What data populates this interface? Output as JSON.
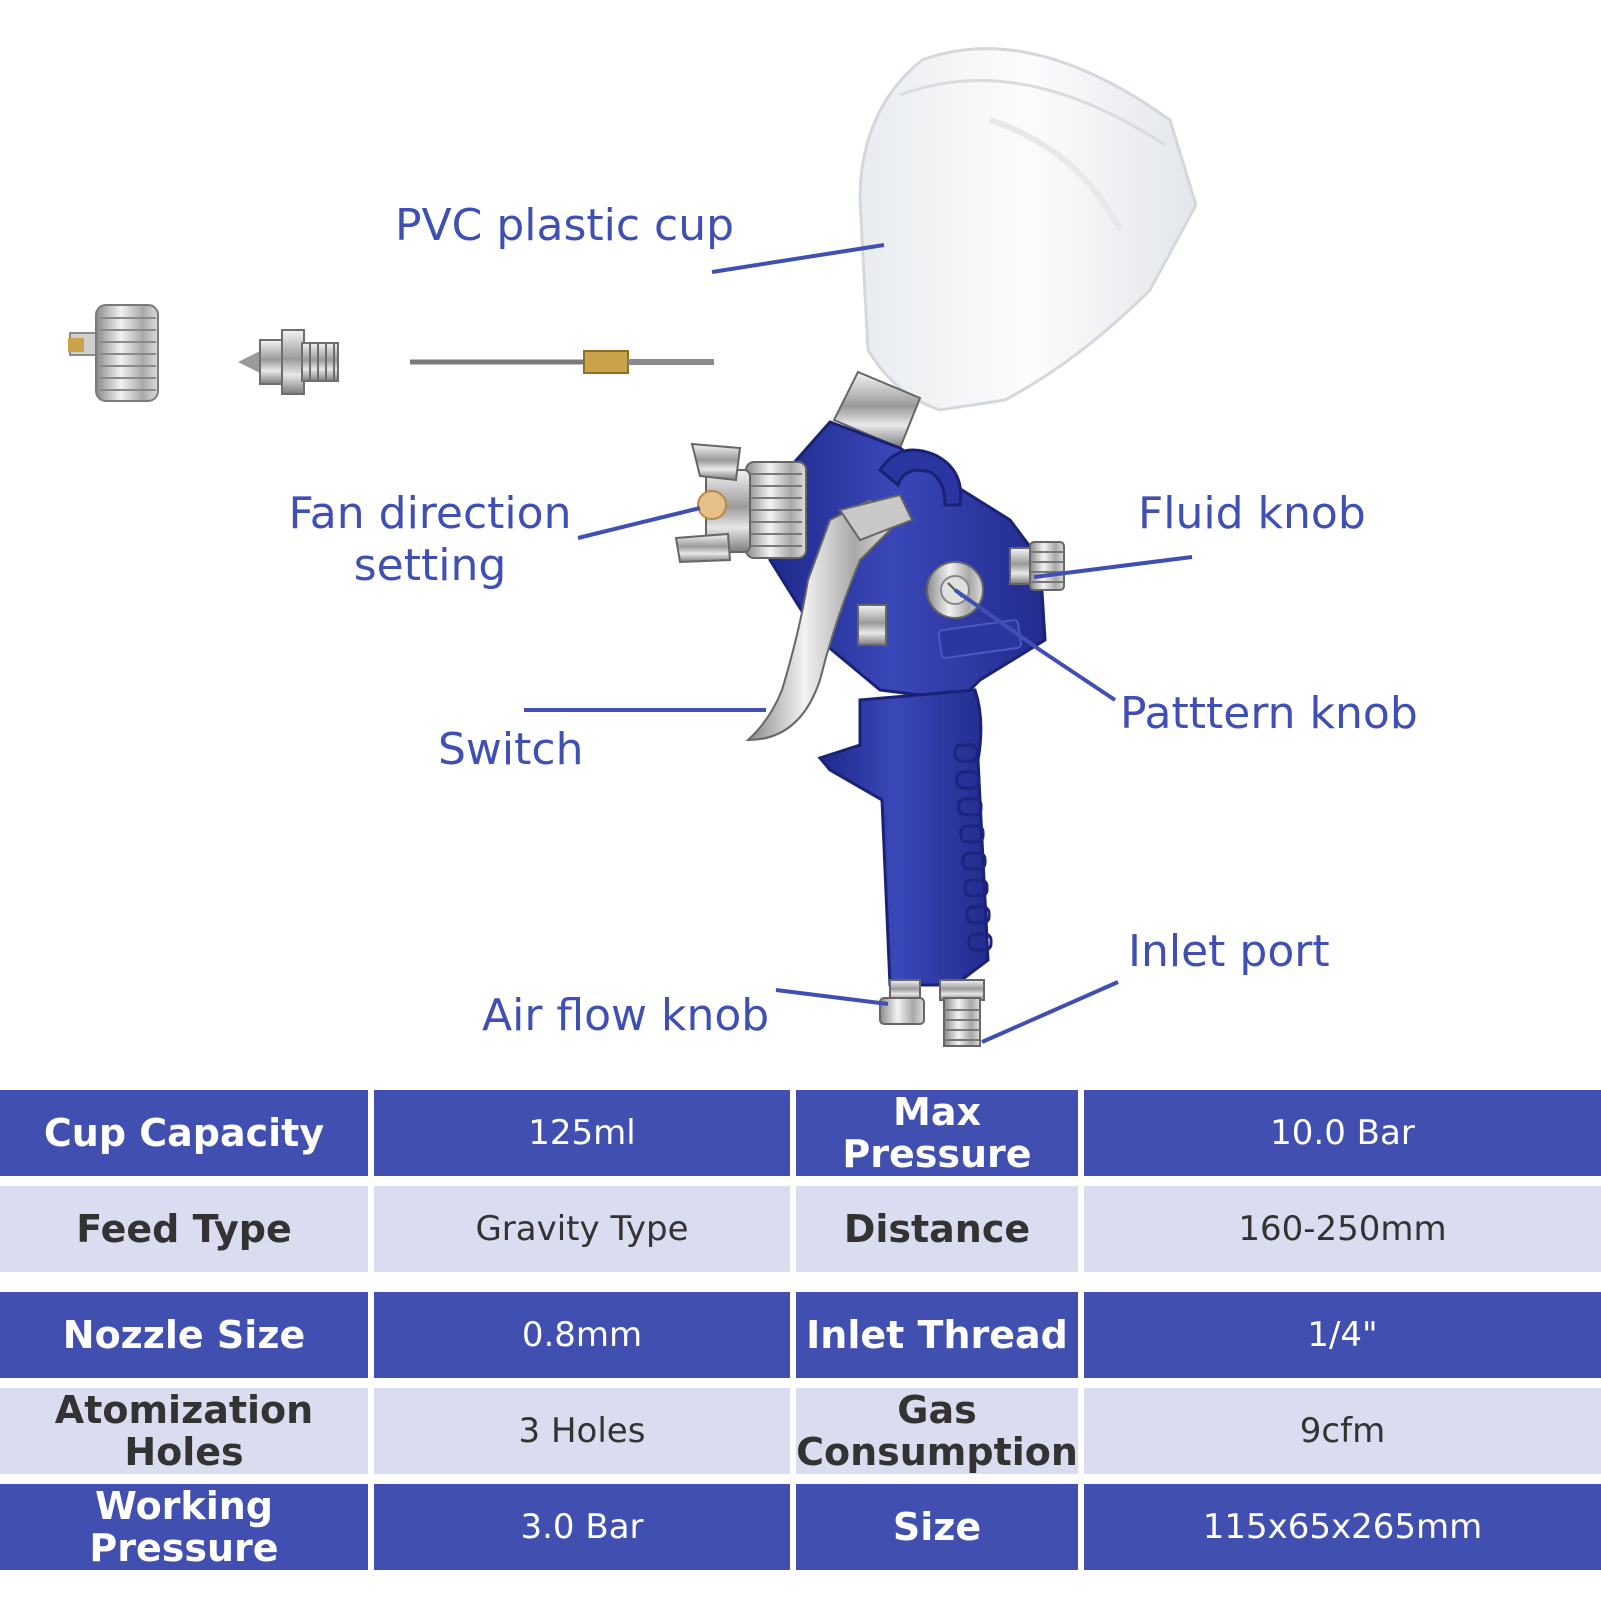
{
  "colors": {
    "accent": "#4150b0",
    "label_text": "#3f4fb4",
    "light_row": "#dadcef",
    "gun_body": "#2f3aa0"
  },
  "callouts": {
    "cup": "PVC plastic cup",
    "fan_line1": "Fan direction",
    "fan_line2": "setting",
    "fluid": "Fluid knob",
    "pattern": "Patttern knob",
    "switch": "Switch",
    "inlet": "Inlet port",
    "airflow": "Air flow knob"
  },
  "specs": [
    {
      "label1": "Cup Capacity",
      "value1": "125ml",
      "label2": "Max Pressure",
      "value2": "10.0 Bar"
    },
    {
      "label1": "Feed Type",
      "value1": "Gravity Type",
      "label2": "Distance",
      "value2": "160-250mm"
    },
    {
      "label1": "Nozzle Size",
      "value1": "0.8mm",
      "label2": "Inlet Thread",
      "value2": "1/4\""
    },
    {
      "label1": "Atomization Holes",
      "value1": "3 Holes",
      "label2": "Gas Consumption",
      "value2": "9cfm"
    },
    {
      "label1": "Working Pressure",
      "value1": "3.0 Bar",
      "label2": "Size",
      "value2": "115x65x265mm"
    }
  ]
}
